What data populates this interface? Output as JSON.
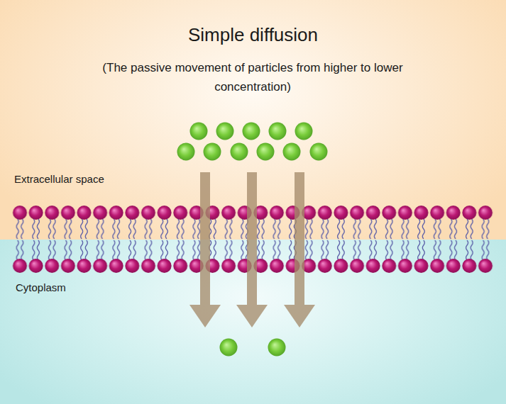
{
  "diagram": {
    "title": "Simple diffusion",
    "nodes": [
      {
        "text": [
          "Extracellular space"
        ]
      },
      {
        "text": [
          "Cytoplasm"
        ]
      }
    ],
    "labels": [
      "(The passive movement of particles from higher to lower concentration)"
    ]
  }
}
